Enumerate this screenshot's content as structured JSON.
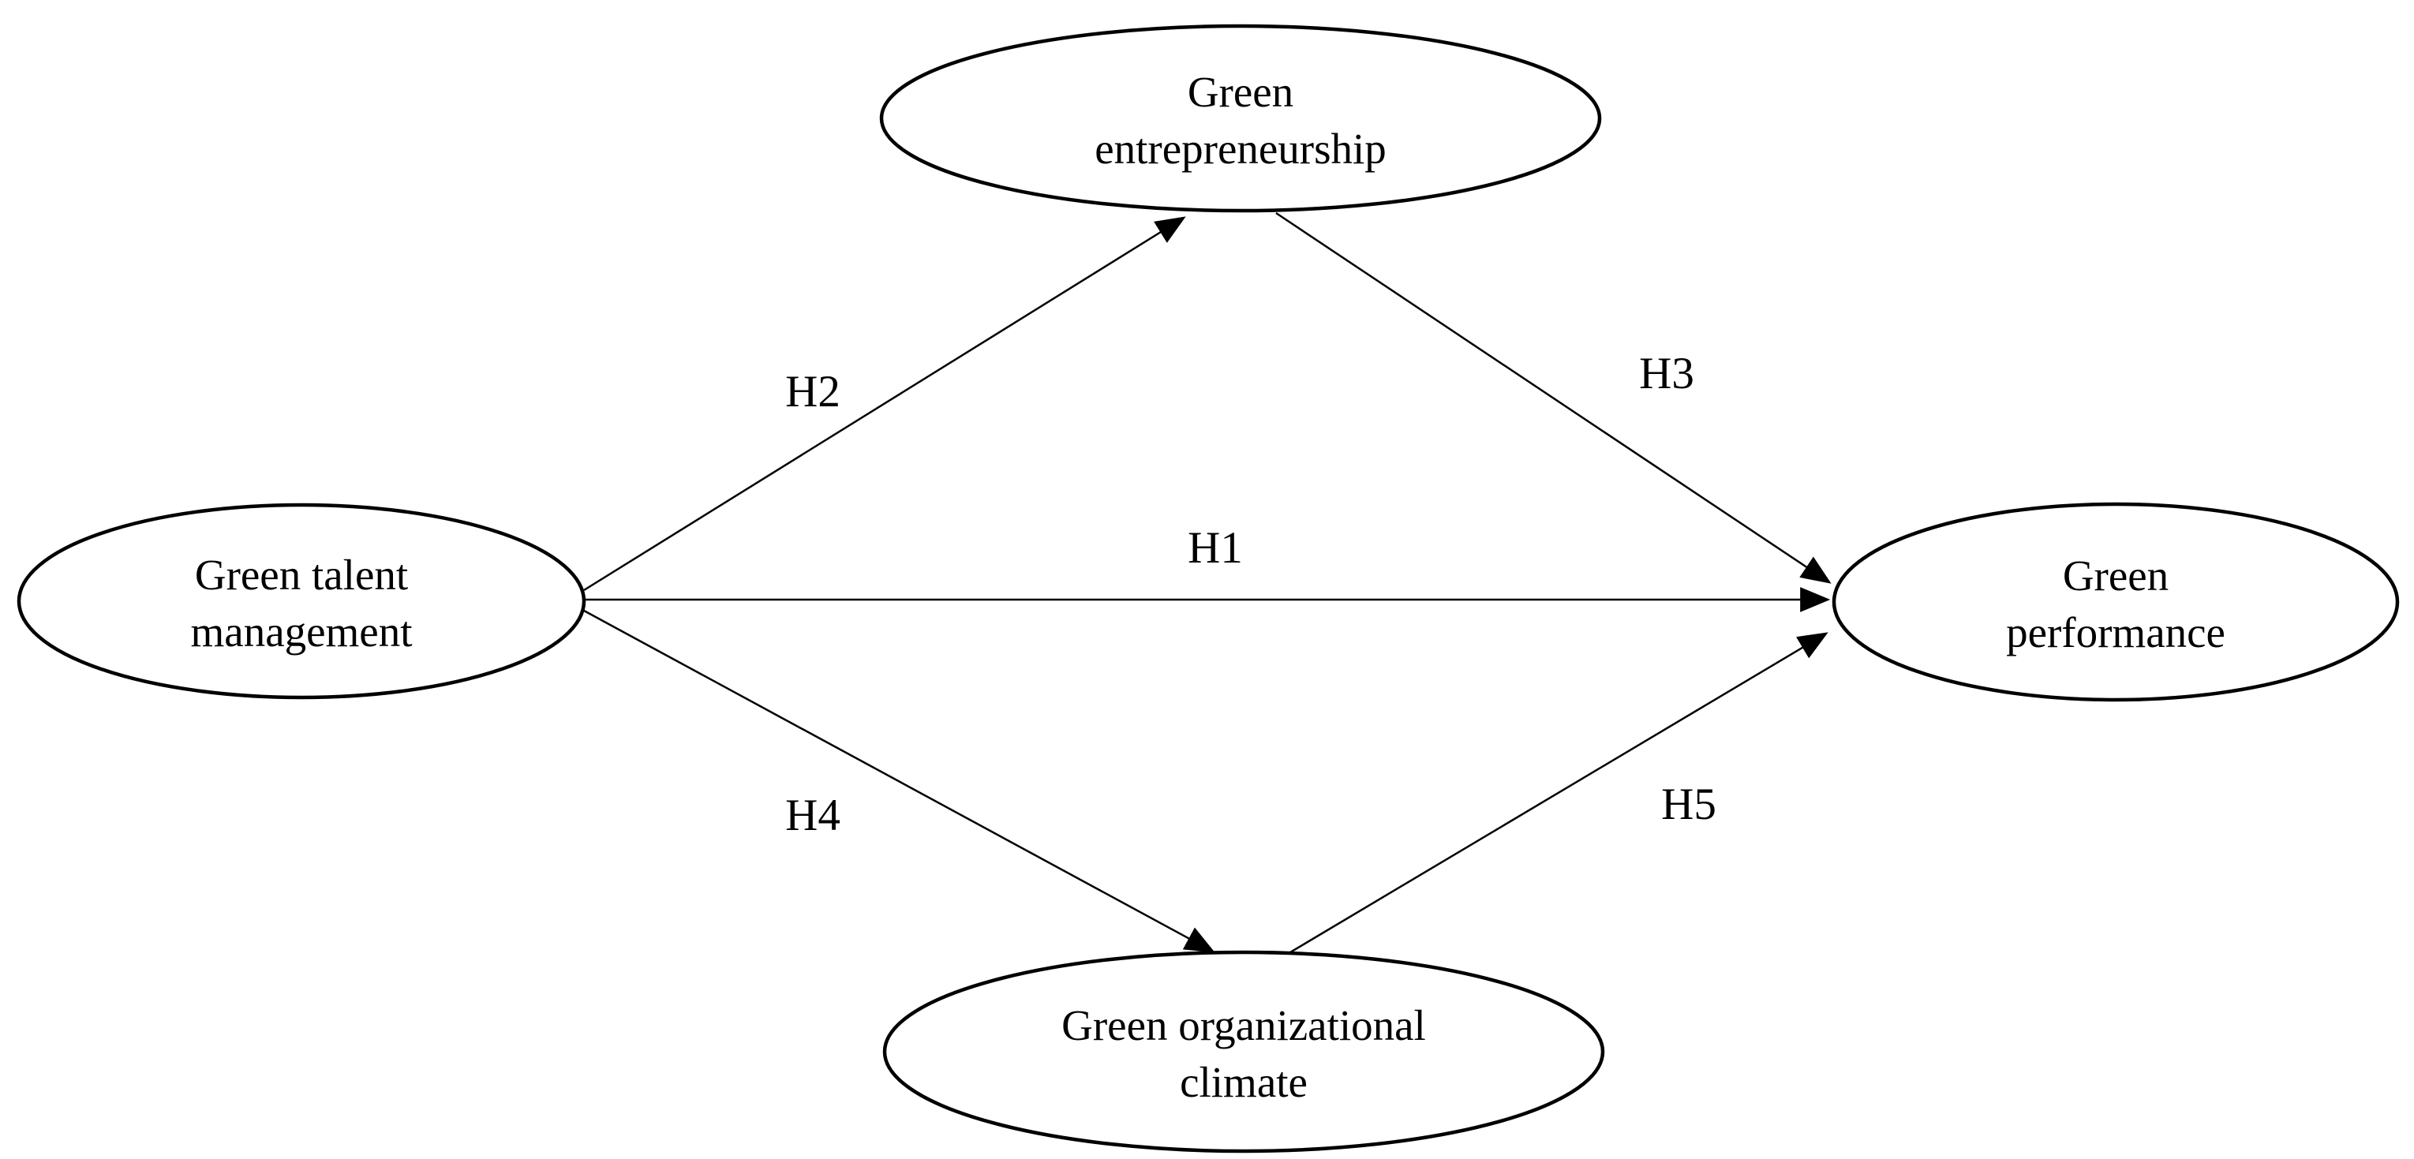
{
  "diagram": {
    "type": "path-model",
    "colors": {
      "background": "#ffffff",
      "stroke": "#000000",
      "text": "#000000"
    },
    "nodes": {
      "talent": {
        "line1": "Green talent",
        "line2": "management"
      },
      "entrepreneurship": {
        "line1": "Green",
        "line2": "entrepreneurship"
      },
      "performance": {
        "line1": "Green",
        "line2": "performance"
      },
      "climate": {
        "line1": "Green organizational",
        "line2": "climate"
      }
    },
    "edges": {
      "h1": {
        "label": "H1",
        "from": "Green talent management",
        "to": "Green performance"
      },
      "h2": {
        "label": "H2",
        "from": "Green talent management",
        "to": "Green entrepreneurship"
      },
      "h3": {
        "label": "H3",
        "from": "Green entrepreneurship",
        "to": "Green performance"
      },
      "h4": {
        "label": "H4",
        "from": "Green talent management",
        "to": "Green organizational climate"
      },
      "h5": {
        "label": "H5",
        "from": "Green organizational climate",
        "to": "Green performance"
      }
    }
  }
}
